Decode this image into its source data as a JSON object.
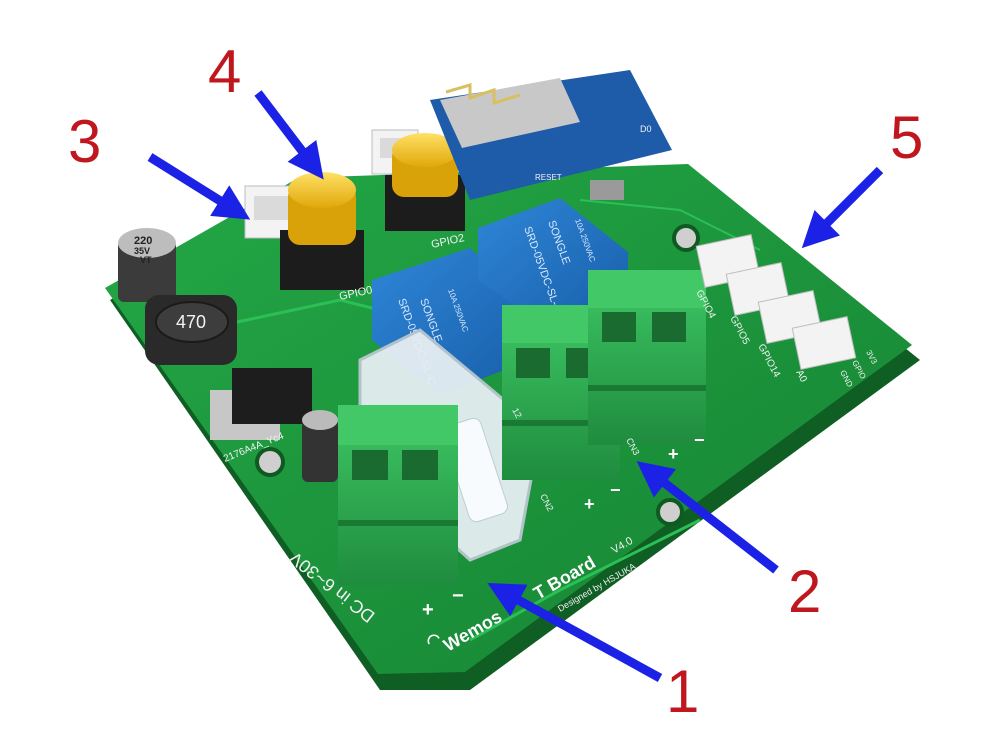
{
  "callouts": [
    {
      "number": "1"
    },
    {
      "number": "2"
    },
    {
      "number": "3"
    },
    {
      "number": "4"
    },
    {
      "number": "5"
    }
  ],
  "board": {
    "brand_left": "Wemos",
    "brand_right": "T Board",
    "version": "V4.0",
    "designer": "Designed by HSJUKA",
    "power_label": "DC in 6~30V",
    "gpio_labels": [
      "GPIO0",
      "GPIO2",
      "GPIO4",
      "GPIO5",
      "GPIO14",
      "A0",
      "3V3",
      "GPIO",
      "GND"
    ],
    "connector_labels": [
      "CN2",
      "CN3",
      "12"
    ],
    "polarity_plus": "+",
    "polarity_minus": "−",
    "relay_brand": "SONGLE",
    "relay_model": "SRD-05VDC-SL-C",
    "relay_rating": "10A 250VAC",
    "inductor_value": "470",
    "cap_value": "220",
    "cap_voltage": "35V",
    "cap_series": "VT",
    "regulator_code": "2176A4A_Yc4",
    "module_label_d0": "D0",
    "module_label_reset": "RESET"
  },
  "colors": {
    "pcb": "#1f9a3e",
    "terminal": "#2fae50",
    "relay": "#1d6fc4",
    "button": "#f4c21b",
    "arrow": "#1b22e6",
    "number": "#c0171e"
  }
}
